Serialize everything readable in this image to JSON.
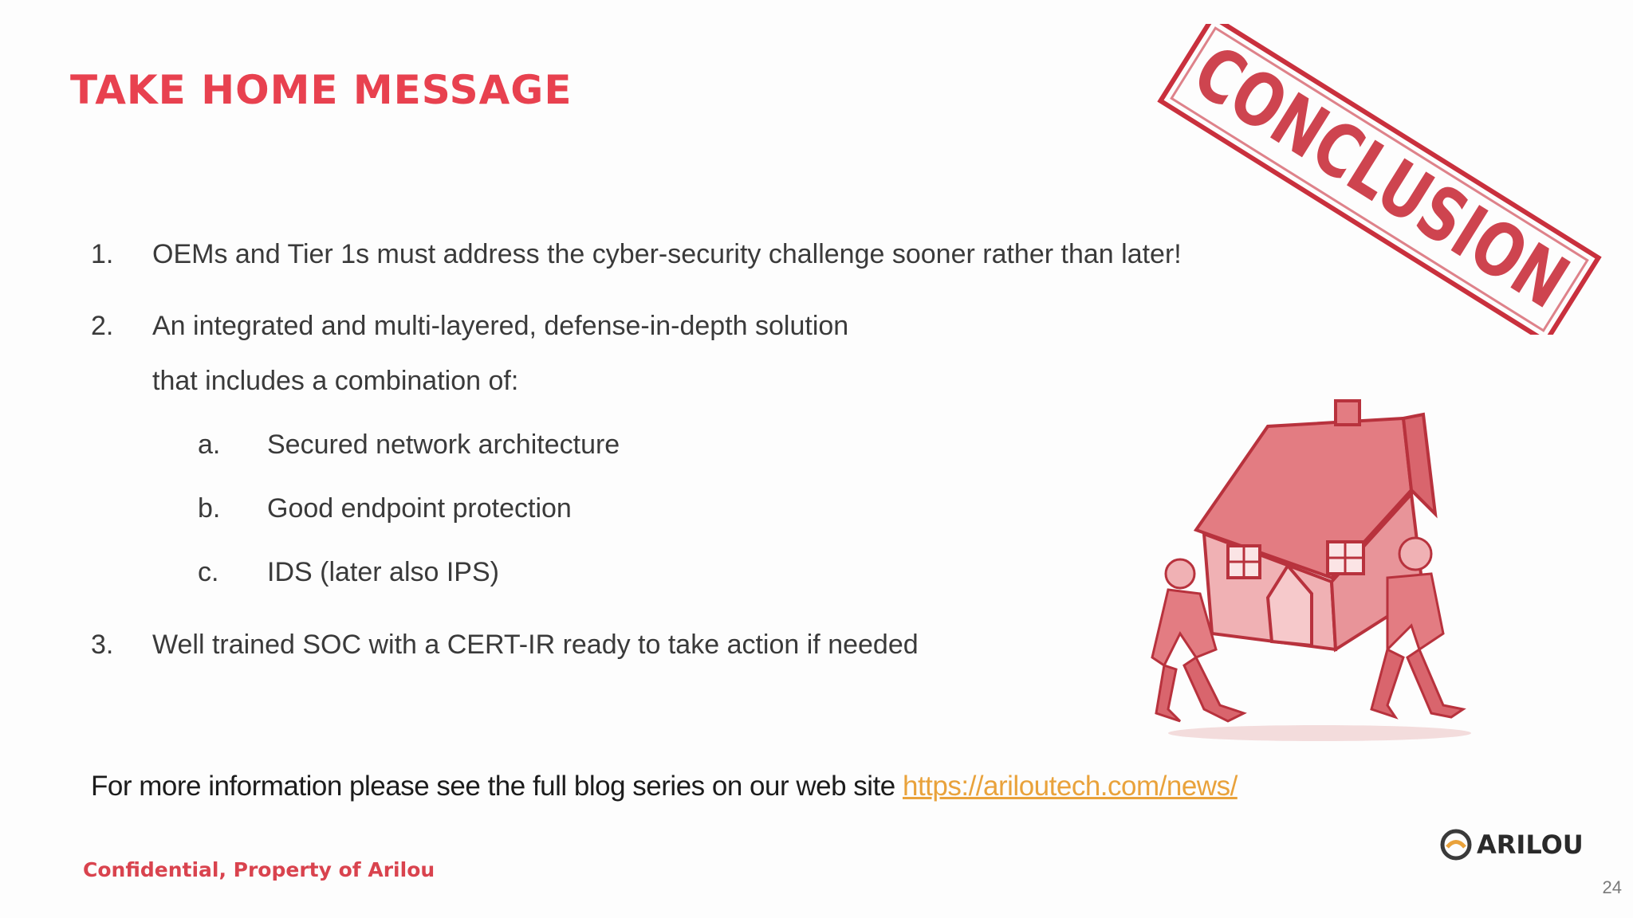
{
  "slide": {
    "title": "TAKE HOME MESSAGE",
    "items": [
      {
        "num": "1.",
        "text": "OEMs and Tier 1s must address the cyber-security challenge sooner rather than later!"
      },
      {
        "num": "2.",
        "text": "An integrated and multi-layered, defense-in-depth solution",
        "text2": "that includes a combination of:",
        "subitems": [
          {
            "letter": "a.",
            "text": "Secured network architecture"
          },
          {
            "letter": "b.",
            "text": "Good endpoint protection"
          },
          {
            "letter": "c.",
            "text": "IDS (later also IPS)"
          }
        ]
      },
      {
        "num": "3.",
        "text": "Well trained SOC with a CERT-IR ready to take action if needed"
      }
    ],
    "more_info_text": "For more information please see the full blog series on our web site ",
    "more_info_link": "https://ariloutech.com/news/",
    "confidential": "Confidential, Property of Arilou",
    "logo_text": "ARILOU",
    "page_number": "24",
    "stamp_text": "CONCLUSION",
    "colors": {
      "accent": "#e8414f",
      "link": "#e9a23b",
      "body_text": "#3a3a3a"
    }
  }
}
